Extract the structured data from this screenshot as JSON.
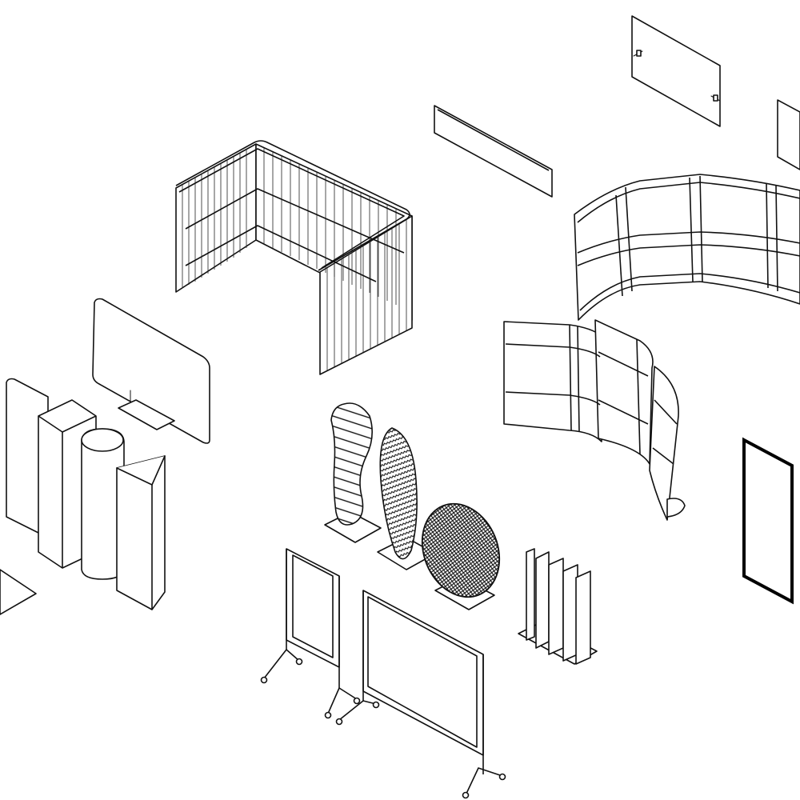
{
  "drawing": {
    "background": "#ffffff",
    "line_color": "#111111",
    "objects": [
      "curtain-booth",
      "desktop-screen-panel",
      "wall-panel-angled",
      "wall-panel-framed",
      "modular-curved-partition-large",
      "modular-curved-partition-small",
      "freestanding-screen",
      "column-screens",
      "sculpted-acoustic-panels",
      "mobile-whiteboards",
      "fin-panel-set",
      "tall-framed-panel"
    ]
  }
}
